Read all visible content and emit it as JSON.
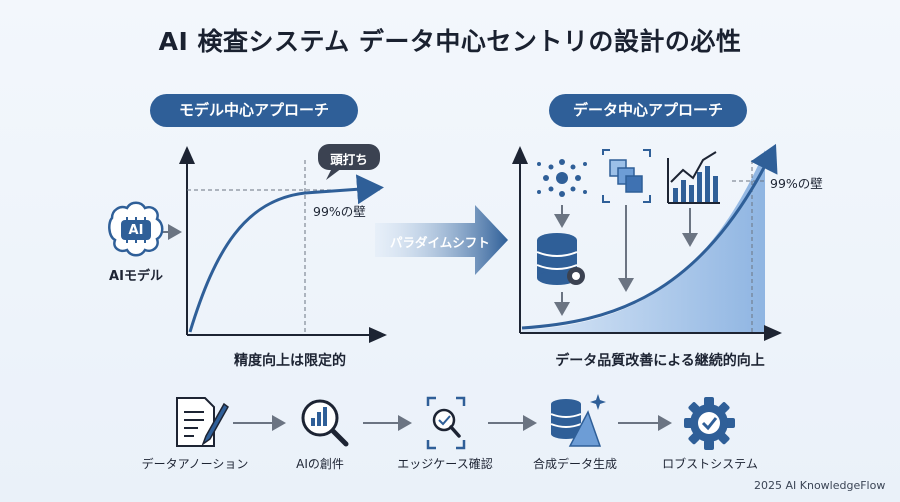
{
  "title": "AI 検査システム データ中心セントリの設計の必性",
  "left_panel": {
    "header": "モデル中心アプローチ",
    "model_icon_text": "AI",
    "model_label": "AIモデル",
    "callout": "頭打ち",
    "wall_label": "99%の壁",
    "caption": "精度向上は限定的"
  },
  "paradigm_label": "パラダイムシフト",
  "right_panel": {
    "header": "データ中心アプローチ",
    "wall_label": "99%の壁",
    "caption": "データ品質改善による継続的向上"
  },
  "process_steps": [
    {
      "label": "データアノーション",
      "icon": "document-pen-icon"
    },
    {
      "label": "AIの創件",
      "icon": "magnifier-chart-icon"
    },
    {
      "label": "エッジケース確認",
      "icon": "focus-search-icon"
    },
    {
      "label": "合成データ生成",
      "icon": "database-sparkle-icon"
    },
    {
      "label": "ロブストシステム",
      "icon": "gear-check-icon"
    }
  ],
  "copyright": "2025 AI KnowledgeFlow",
  "colors": {
    "primary": "#2f5f98",
    "area": "#a9c8ea",
    "axis": "#1d2433"
  }
}
